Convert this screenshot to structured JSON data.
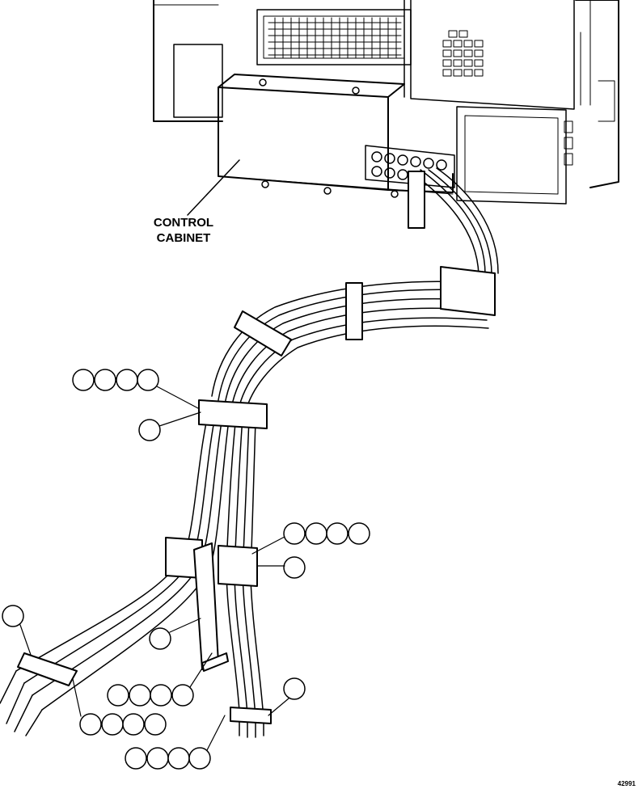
{
  "labels": {
    "control_cabinet_line1": "CONTROL",
    "control_cabinet_line2": "CABINET"
  },
  "figure_code": "42991",
  "colors": {
    "ink": "#000000",
    "paper": "#ffffff"
  }
}
